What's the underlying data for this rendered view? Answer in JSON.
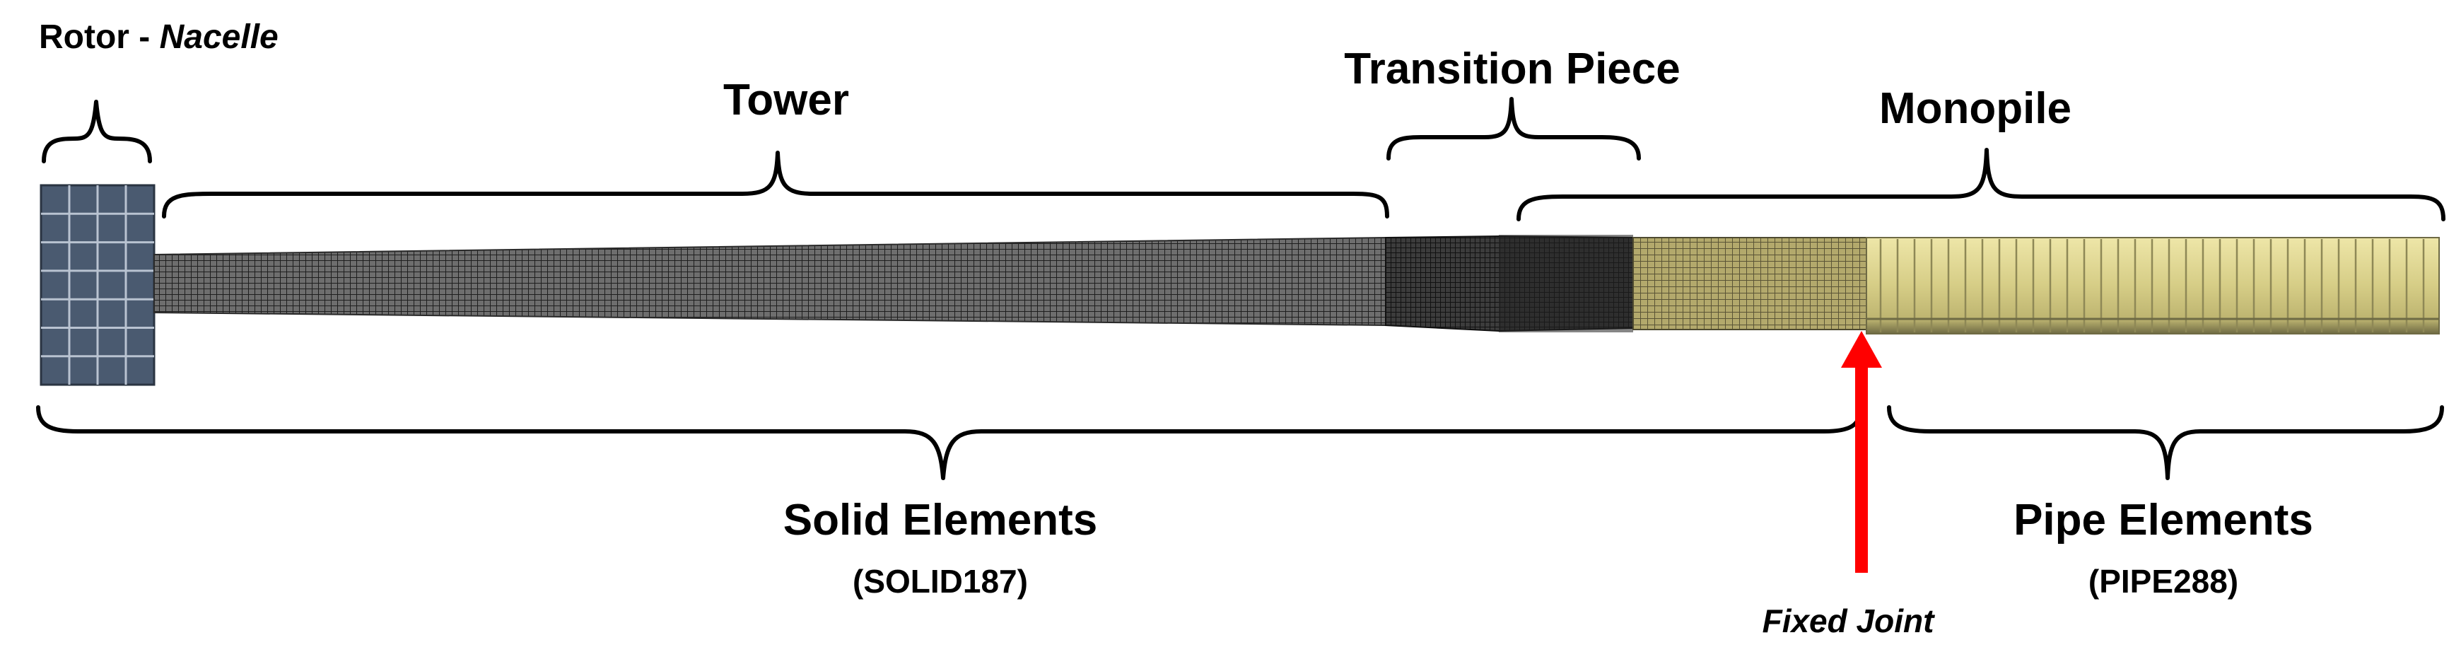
{
  "labels": {
    "rotor": "Rotor - ",
    "nacelle": "Nacelle",
    "tower": "Tower",
    "transition_piece": "Transition Piece",
    "monopile": "Monopile",
    "solid_elements": "Solid Elements",
    "solid_type": "(SOLID187)",
    "pipe_elements": "Pipe Elements",
    "pipe_type": "(PIPE288)",
    "fixed_joint": "Fixed Joint"
  },
  "colors": {
    "rotor_block": "#4a5a70",
    "rotor_grid": "#c8d0dc",
    "tower_mesh": "#3a3a3a",
    "transition_mesh": "#222222",
    "monopile_solid": "#8c8458",
    "pipe_section": "#d8cf8a",
    "pipe_band": "#9a935c",
    "arrow": "#ff0000"
  }
}
